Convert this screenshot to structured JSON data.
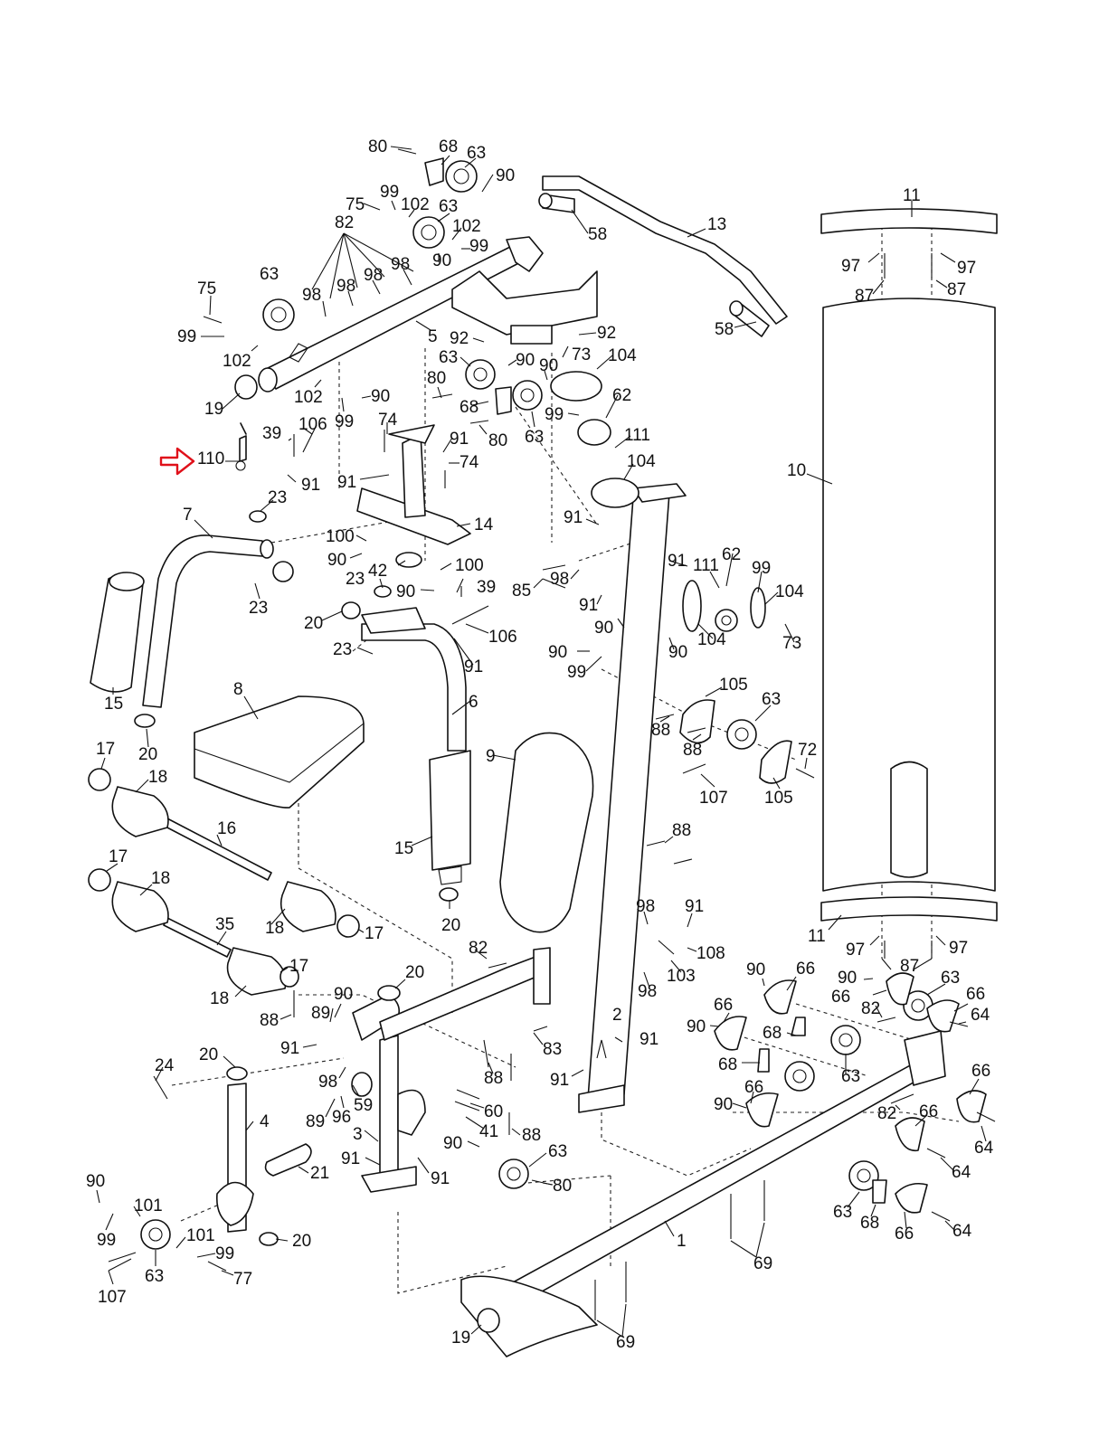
{
  "highlight": {
    "part": "110",
    "arrow_color": "#e0101a"
  },
  "labels": [
    {
      "id": "l80a",
      "t": "80"
    },
    {
      "id": "l68a",
      "t": "68"
    },
    {
      "id": "l63a",
      "t": "63"
    },
    {
      "id": "l90a",
      "t": "90"
    },
    {
      "id": "l99a",
      "t": "99"
    },
    {
      "id": "l102a",
      "t": "102"
    },
    {
      "id": "l75a",
      "t": "75"
    },
    {
      "id": "l63b",
      "t": "63"
    },
    {
      "id": "l82a",
      "t": "82"
    },
    {
      "id": "l102b",
      "t": "102"
    },
    {
      "id": "l99b",
      "t": "99"
    },
    {
      "id": "l90b",
      "t": "90"
    },
    {
      "id": "l98a",
      "t": "98"
    },
    {
      "id": "l98b",
      "t": "98"
    },
    {
      "id": "l98c",
      "t": "98"
    },
    {
      "id": "l98d",
      "t": "98"
    },
    {
      "id": "l63c",
      "t": "63"
    },
    {
      "id": "l75b",
      "t": "75"
    },
    {
      "id": "l99c",
      "t": "99"
    },
    {
      "id": "l102c",
      "t": "102"
    },
    {
      "id": "l5",
      "t": "5"
    },
    {
      "id": "l19a",
      "t": "19"
    },
    {
      "id": "l102d",
      "t": "102"
    },
    {
      "id": "l99d",
      "t": "99"
    },
    {
      "id": "l90c",
      "t": "90"
    },
    {
      "id": "l13",
      "t": "13"
    },
    {
      "id": "l58a",
      "t": "58"
    },
    {
      "id": "l58b",
      "t": "58"
    },
    {
      "id": "l92a",
      "t": "92"
    },
    {
      "id": "l92b",
      "t": "92"
    },
    {
      "id": "l63d",
      "t": "63"
    },
    {
      "id": "l90d",
      "t": "90"
    },
    {
      "id": "l73a",
      "t": "73"
    },
    {
      "id": "l104a",
      "t": "104"
    },
    {
      "id": "l90e",
      "t": "90"
    },
    {
      "id": "l80b",
      "t": "80"
    },
    {
      "id": "l68b",
      "t": "68"
    },
    {
      "id": "l99e",
      "t": "99"
    },
    {
      "id": "l62a",
      "t": "62"
    },
    {
      "id": "l80c",
      "t": "80"
    },
    {
      "id": "l63e",
      "t": "63"
    },
    {
      "id": "l111a",
      "t": "111"
    },
    {
      "id": "l104b",
      "t": "104"
    },
    {
      "id": "l39a",
      "t": "39"
    },
    {
      "id": "l106a",
      "t": "106"
    },
    {
      "id": "l74a",
      "t": "74"
    },
    {
      "id": "l91a",
      "t": "91"
    },
    {
      "id": "l74b",
      "t": "74"
    },
    {
      "id": "l110",
      "t": "110"
    },
    {
      "id": "l91b",
      "t": "91"
    },
    {
      "id": "l91c",
      "t": "91"
    },
    {
      "id": "l23a",
      "t": "23"
    },
    {
      "id": "l14",
      "t": "14"
    },
    {
      "id": "l7",
      "t": "7"
    },
    {
      "id": "l100a",
      "t": "100"
    },
    {
      "id": "l90f",
      "t": "90"
    },
    {
      "id": "l42",
      "t": "42"
    },
    {
      "id": "l100b",
      "t": "100"
    },
    {
      "id": "l23b",
      "t": "23"
    },
    {
      "id": "l90g",
      "t": "90"
    },
    {
      "id": "l39b",
      "t": "39"
    },
    {
      "id": "l23c",
      "t": "23"
    },
    {
      "id": "l20a",
      "t": "20"
    },
    {
      "id": "l106b",
      "t": "106"
    },
    {
      "id": "l23d",
      "t": "23"
    },
    {
      "id": "l91d",
      "t": "91"
    },
    {
      "id": "l15a",
      "t": "15"
    },
    {
      "id": "l20b",
      "t": "20"
    },
    {
      "id": "l91e",
      "t": "91"
    },
    {
      "id": "l98e",
      "t": "98"
    },
    {
      "id": "l85",
      "t": "85"
    },
    {
      "id": "l91f",
      "t": "91"
    },
    {
      "id": "l111b",
      "t": "111"
    },
    {
      "id": "l62b",
      "t": "62"
    },
    {
      "id": "l99f",
      "t": "99"
    },
    {
      "id": "l104c",
      "t": "104"
    },
    {
      "id": "l91g",
      "t": "91"
    },
    {
      "id": "l90h",
      "t": "90"
    },
    {
      "id": "l104d",
      "t": "104"
    },
    {
      "id": "l73b",
      "t": "73"
    },
    {
      "id": "l90i",
      "t": "90"
    },
    {
      "id": "l90j",
      "t": "90"
    },
    {
      "id": "l99g",
      "t": "99"
    },
    {
      "id": "l8",
      "t": "8"
    },
    {
      "id": "l6",
      "t": "6"
    },
    {
      "id": "l105a",
      "t": "105"
    },
    {
      "id": "l63f",
      "t": "63"
    },
    {
      "id": "l88a",
      "t": "88"
    },
    {
      "id": "l88b",
      "t": "88"
    },
    {
      "id": "l72",
      "t": "72"
    },
    {
      "id": "l9",
      "t": "9"
    },
    {
      "id": "l107a",
      "t": "107"
    },
    {
      "id": "l105b",
      "t": "105"
    },
    {
      "id": "l17a",
      "t": "17"
    },
    {
      "id": "l18a",
      "t": "18"
    },
    {
      "id": "l16",
      "t": "16"
    },
    {
      "id": "l15b",
      "t": "15"
    },
    {
      "id": "l88c",
      "t": "88"
    },
    {
      "id": "l17b",
      "t": "17"
    },
    {
      "id": "l18b",
      "t": "18"
    },
    {
      "id": "l18c",
      "t": "18"
    },
    {
      "id": "l17c",
      "t": "17"
    },
    {
      "id": "l35",
      "t": "35"
    },
    {
      "id": "l20c",
      "t": "20"
    },
    {
      "id": "l98f",
      "t": "98"
    },
    {
      "id": "l91h",
      "t": "91"
    },
    {
      "id": "l108",
      "t": "108"
    },
    {
      "id": "l17d",
      "t": "17"
    },
    {
      "id": "l82b",
      "t": "82"
    },
    {
      "id": "l103",
      "t": "103"
    },
    {
      "id": "l18d",
      "t": "18"
    },
    {
      "id": "l98g",
      "t": "98"
    },
    {
      "id": "l20d",
      "t": "20"
    },
    {
      "id": "l90k",
      "t": "90"
    },
    {
      "id": "l88d",
      "t": "88"
    },
    {
      "id": "l89a",
      "t": "89"
    },
    {
      "id": "l91i",
      "t": "91"
    },
    {
      "id": "l83",
      "t": "83"
    },
    {
      "id": "l88e",
      "t": "88"
    },
    {
      "id": "l2",
      "t": "2"
    },
    {
      "id": "l91j",
      "t": "91"
    },
    {
      "id": "l91k",
      "t": "91"
    },
    {
      "id": "l24",
      "t": "24"
    },
    {
      "id": "l20e",
      "t": "20"
    },
    {
      "id": "l98h",
      "t": "98"
    },
    {
      "id": "l59",
      "t": "59"
    },
    {
      "id": "l60",
      "t": "60"
    },
    {
      "id": "l89b",
      "t": "89"
    },
    {
      "id": "l96",
      "t": "96"
    },
    {
      "id": "l41",
      "t": "41"
    },
    {
      "id": "l88f",
      "t": "88"
    },
    {
      "id": "l4",
      "t": "4"
    },
    {
      "id": "l3",
      "t": "3"
    },
    {
      "id": "l90l",
      "t": "90"
    },
    {
      "id": "l63g",
      "t": "63"
    },
    {
      "id": "l91l",
      "t": "91"
    },
    {
      "id": "l91m",
      "t": "91"
    },
    {
      "id": "l80d",
      "t": "80"
    },
    {
      "id": "l21",
      "t": "21"
    },
    {
      "id": "l90m",
      "t": "90"
    },
    {
      "id": "l101a",
      "t": "101"
    },
    {
      "id": "l99h",
      "t": "99"
    },
    {
      "id": "l63h",
      "t": "63"
    },
    {
      "id": "l101b",
      "t": "101"
    },
    {
      "id": "l99i",
      "t": "99"
    },
    {
      "id": "l20f",
      "t": "20"
    },
    {
      "id": "l77",
      "t": "77"
    },
    {
      "id": "l107b",
      "t": "107"
    },
    {
      "id": "l1",
      "t": "1"
    },
    {
      "id": "l19b",
      "t": "19"
    },
    {
      "id": "l69a",
      "t": "69"
    },
    {
      "id": "l69b",
      "t": "69"
    },
    {
      "id": "l11a",
      "t": "11"
    },
    {
      "id": "l97a",
      "t": "97"
    },
    {
      "id": "l97b",
      "t": "97"
    },
    {
      "id": "l87a",
      "t": "87"
    },
    {
      "id": "l87b",
      "t": "87"
    },
    {
      "id": "l10",
      "t": "10"
    },
    {
      "id": "l11b",
      "t": "11"
    },
    {
      "id": "l97c",
      "t": "97"
    },
    {
      "id": "l97d",
      "t": "97"
    },
    {
      "id": "l87c",
      "t": "87"
    },
    {
      "id": "l90n",
      "t": "90"
    },
    {
      "id": "l66a",
      "t": "66"
    },
    {
      "id": "l90o",
      "t": "90"
    },
    {
      "id": "l63i",
      "t": "63"
    },
    {
      "id": "l66b",
      "t": "66"
    },
    {
      "id": "l82c",
      "t": "82"
    },
    {
      "id": "l66c",
      "t": "66"
    },
    {
      "id": "l64a",
      "t": "64"
    },
    {
      "id": "l66d",
      "t": "66"
    },
    {
      "id": "l90p",
      "t": "90"
    },
    {
      "id": "l68c",
      "t": "68"
    },
    {
      "id": "l68d",
      "t": "68"
    },
    {
      "id": "l63j",
      "t": "63"
    },
    {
      "id": "l66e",
      "t": "66"
    },
    {
      "id": "l90q",
      "t": "90"
    },
    {
      "id": "l82d",
      "t": "82"
    },
    {
      "id": "l66f",
      "t": "66"
    },
    {
      "id": "l66g",
      "t": "66"
    },
    {
      "id": "l64b",
      "t": "64"
    },
    {
      "id": "l64c",
      "t": "64"
    },
    {
      "id": "l63k",
      "t": "63"
    },
    {
      "id": "l68e",
      "t": "68"
    },
    {
      "id": "l66h",
      "t": "66"
    },
    {
      "id": "l64d",
      "t": "64"
    }
  ]
}
